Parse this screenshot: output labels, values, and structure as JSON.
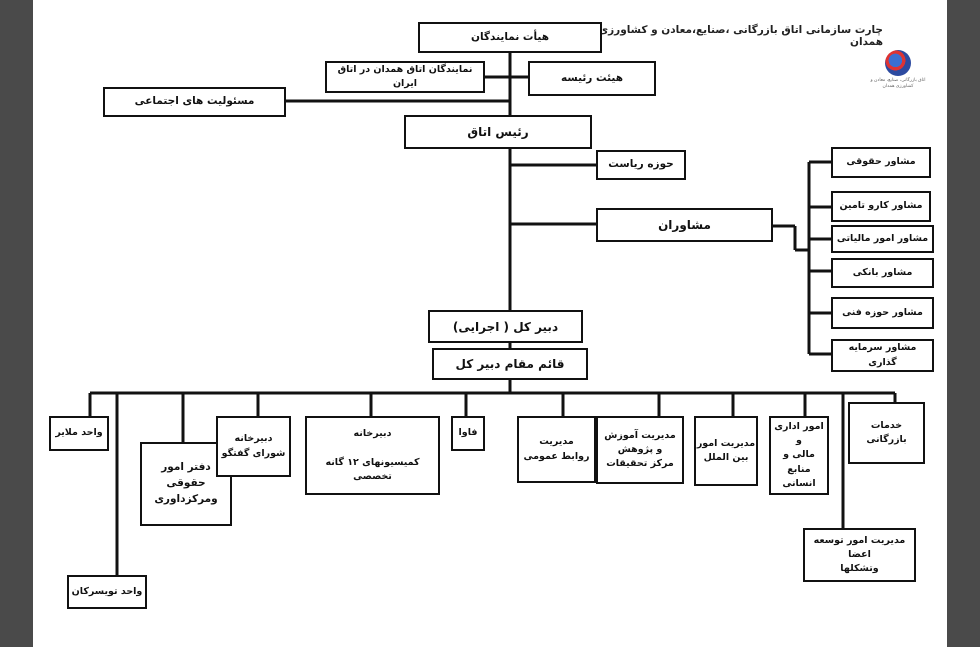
{
  "chart_title": "چارت سازمانی اتاق بازرگانی ،صنایع،معادن و کشاورزی همدان",
  "logo_text": "اتاق بازرگانی، صنایع، معادن و کشاورزی همدان",
  "nodes": {
    "hayat_namayandegan": "هیأت نمایندگان",
    "namayandegan_iran": "نمایندگان اتاق همدان در اتاق ایران",
    "hayat_raeese": "هیئت رئیسه",
    "masouliat_ejtemaei": "مسئولیت های اجتماعی",
    "raees_otagh": "رئیس اتاق",
    "hoze_riasat": "حوزه ریاست",
    "moshaveran": "مشاوران",
    "dabir_kol": "دبیر کل ( اجرایی)",
    "ghaem_magham": "قائم مقام دبیر کل"
  },
  "advisors": [
    "مشاور حقوقی",
    "مشاور کارو تامین",
    "مشاور امور مالیاتی",
    "مشاور بانکی",
    "مشاور حوزه فنی",
    "مشاور سرمایه گذاری"
  ],
  "departments": [
    "واحد ملایر",
    "دفتر امور\nحقوقی\nومرکزداوری",
    "دبیرخانه\nشورای گفتگو",
    "دبیرخانه\n\nکمیسیونهای ۱۲ گانه تخصصی",
    "فاوا",
    "مدیریت\nروابط عمومی",
    "مدیریت آموزش\nو پژوهش\nمرکز تحقیقات",
    "مدیریت امور\nبین الملل",
    "امور اداری و\nمالی و منابع\nانسانی",
    "خدمات\nبازرگانی"
  ],
  "extra_units": {
    "vahed_tuyserkan": "واحد تویسرکان",
    "toseeh_aza": "مدیریت امور توسعه اعضا\nوتشکلها"
  }
}
